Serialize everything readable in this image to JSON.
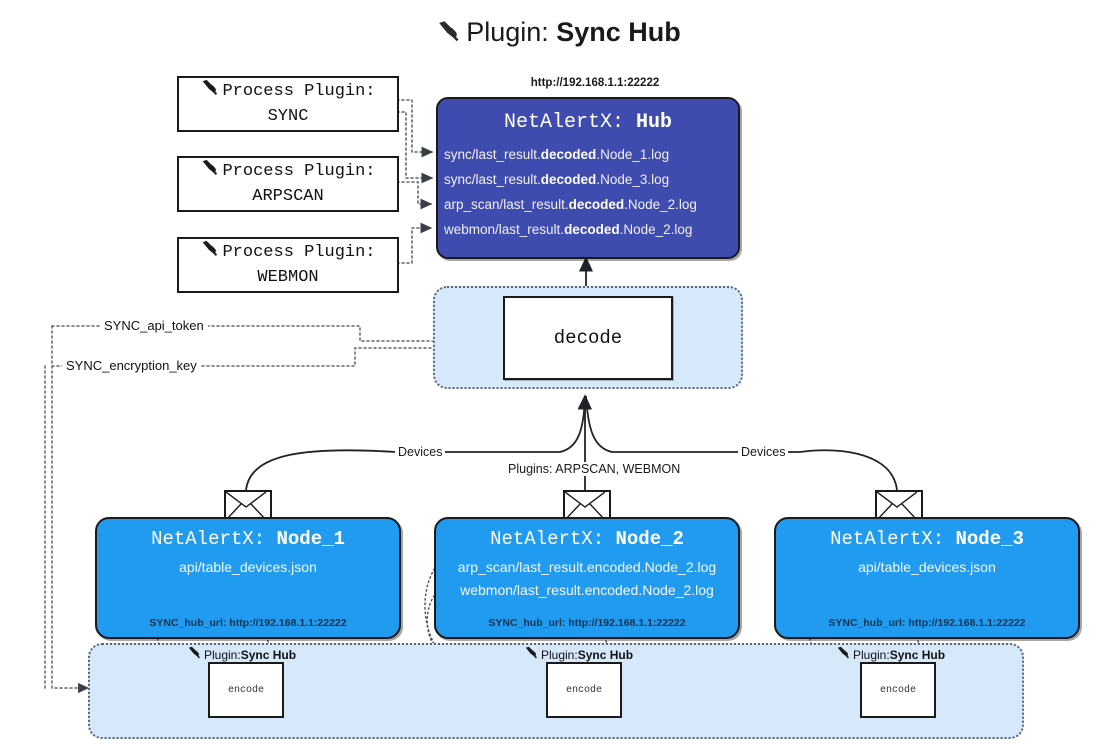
{
  "title": {
    "icon": "plug-icon",
    "prefix": "Plugin:",
    "name": "Sync Hub"
  },
  "process_plugins": [
    {
      "icon": "plug-icon",
      "line1": "Process Plugin:",
      "line2": "SYNC"
    },
    {
      "icon": "plug-icon",
      "line1": "Process Plugin:",
      "line2": "ARPSCAN"
    },
    {
      "icon": "plug-icon",
      "line1": "Process Plugin:",
      "line2": "WEBMON"
    }
  ],
  "hub": {
    "url": "http://192.168.1.1:22222",
    "title_prefix": "NetAlertX: ",
    "title_name": "Hub",
    "logs": [
      {
        "pre": "sync/last_result.",
        "bold": "decoded",
        "post": ".Node_1.log"
      },
      {
        "pre": "sync/last_result.",
        "bold": "decoded",
        "post": ".Node_3.log"
      },
      {
        "pre": "arp_scan/last_result.",
        "bold": "decoded",
        "post": ".Node_2.log"
      },
      {
        "pre": "webmon/last_result.",
        "bold": "decoded",
        "post": ".Node_2.log"
      }
    ]
  },
  "decode": {
    "label": "decode"
  },
  "tokens": [
    {
      "label": "SYNC_api_token"
    },
    {
      "label": "SYNC_encryption_key"
    }
  ],
  "edge_labels": {
    "devices_left": "Devices",
    "devices_right": "Devices",
    "plugins_center": "Plugins: ARPSCAN, WEBMON"
  },
  "nodes": [
    {
      "icon": "envelope-icon",
      "title_prefix": "NetAlertX: ",
      "title_name": "Node_1",
      "lines": [
        "api/table_devices.json"
      ],
      "hub_url_label": "SYNC_hub_url: http://192.168.1.1:22222"
    },
    {
      "icon": "envelope-icon",
      "title_prefix": "NetAlertX: ",
      "title_name": "Node_2",
      "lines": [
        "arp_scan/last_result.encoded.Node_2.log",
        "webmon/last_result.encoded.Node_2.log"
      ],
      "hub_url_label": "SYNC_hub_url: http://192.168.1.1:22222"
    },
    {
      "icon": "envelope-icon",
      "title_prefix": "NetAlertX: ",
      "title_name": "Node_3",
      "lines": [
        "api/table_devices.json"
      ],
      "hub_url_label": "SYNC_hub_url: http://192.168.1.1:22222"
    }
  ],
  "encoders": [
    {
      "icon": "plug-icon",
      "label_prefix": "Plugin: ",
      "label_name": "Sync Hub",
      "box": "encode"
    },
    {
      "icon": "plug-icon",
      "label_prefix": "Plugin: ",
      "label_name": "Sync Hub",
      "box": "encode"
    },
    {
      "icon": "plug-icon",
      "label_prefix": "Plugin: ",
      "label_name": "Sync Hub",
      "box": "encode"
    }
  ],
  "colors": {
    "hub_fill": "#3f4bae",
    "node_fill": "#219bf0",
    "cluster_fill": "#d6e9fb",
    "stroke": "#1a1a1a",
    "dotted_stroke": "#5b6570",
    "background": "#ffffff"
  }
}
